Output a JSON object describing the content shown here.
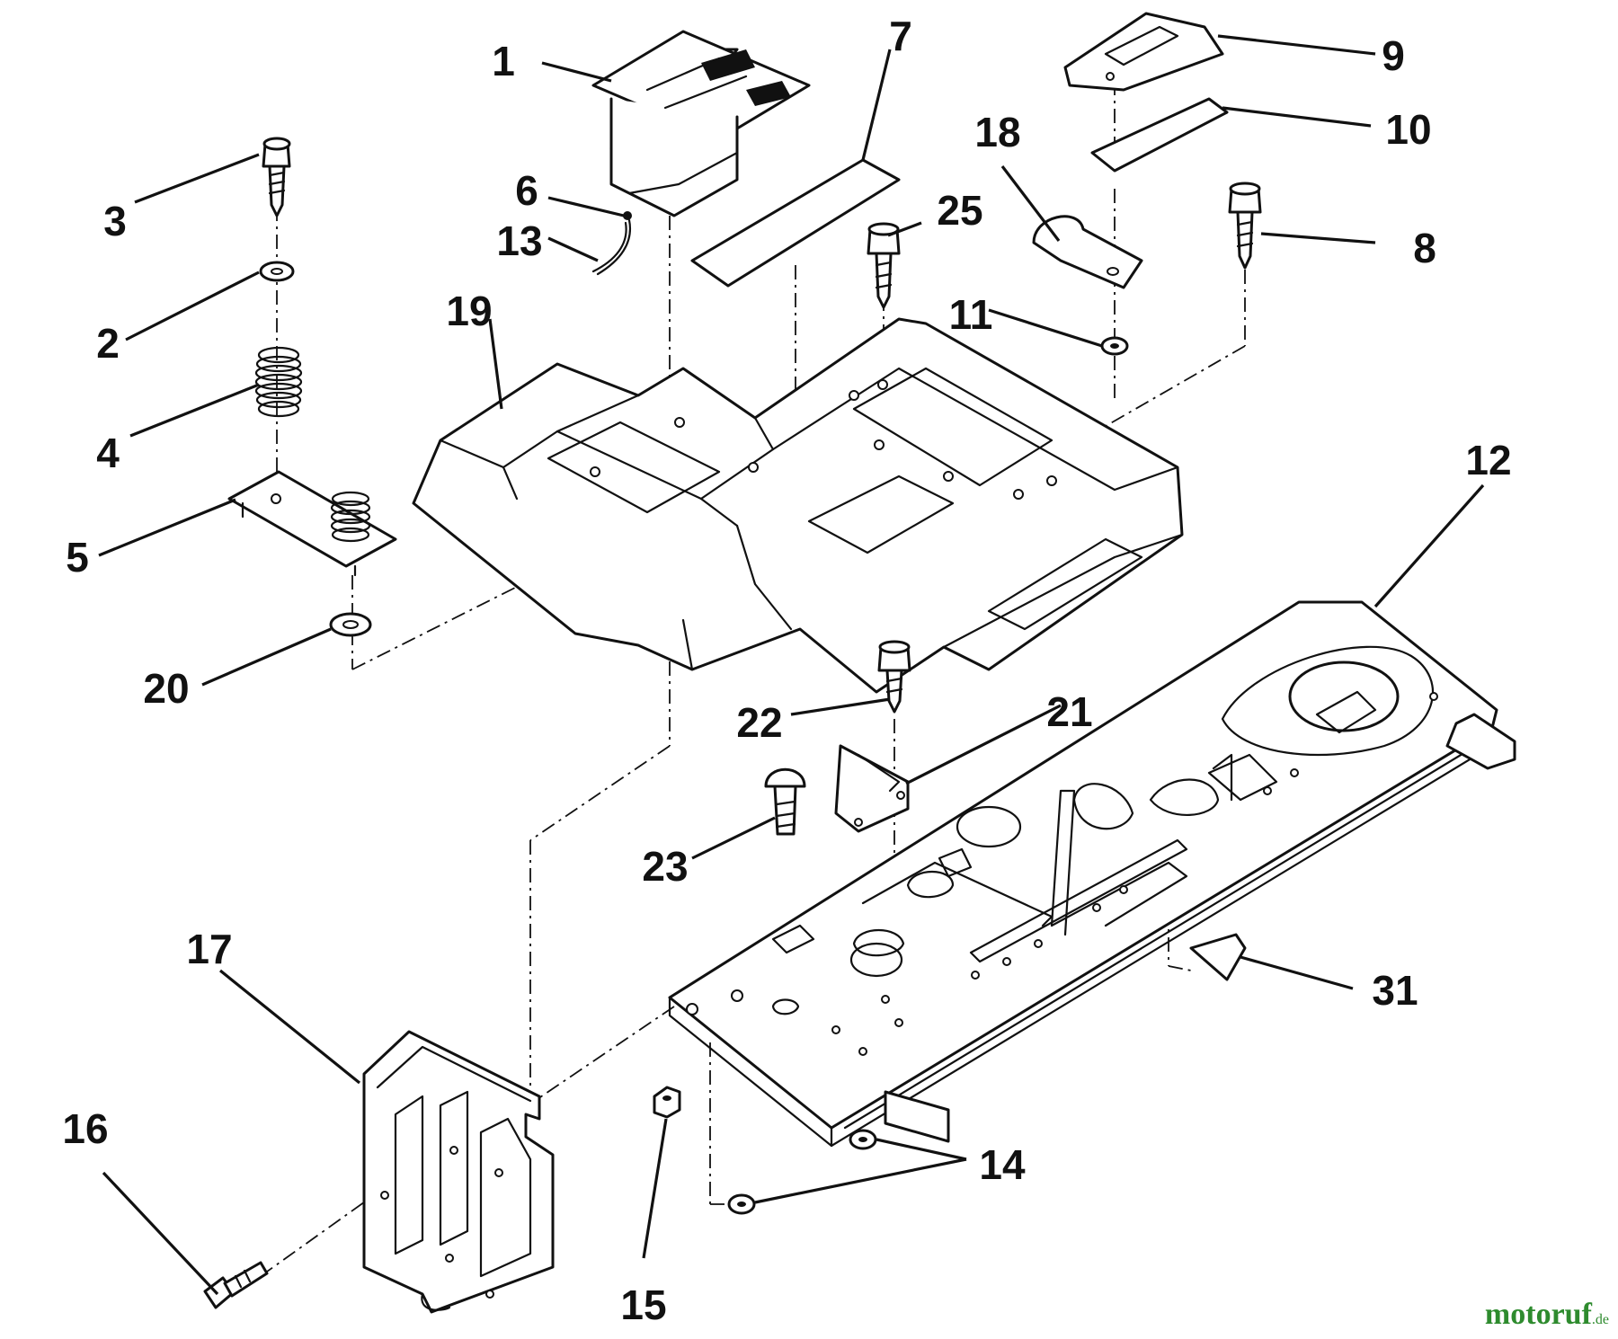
{
  "callouts": [
    "1",
    "2",
    "3",
    "4",
    "5",
    "6",
    "7",
    "8",
    "9",
    "10",
    "11",
    "12",
    "13",
    "14",
    "15",
    "16",
    "17",
    "18",
    "19",
    "20",
    "21",
    "22",
    "23",
    "25",
    "31"
  ],
  "watermark": {
    "main": "motoruf",
    "suffix": ".de",
    "color": "#2e8b2e"
  }
}
